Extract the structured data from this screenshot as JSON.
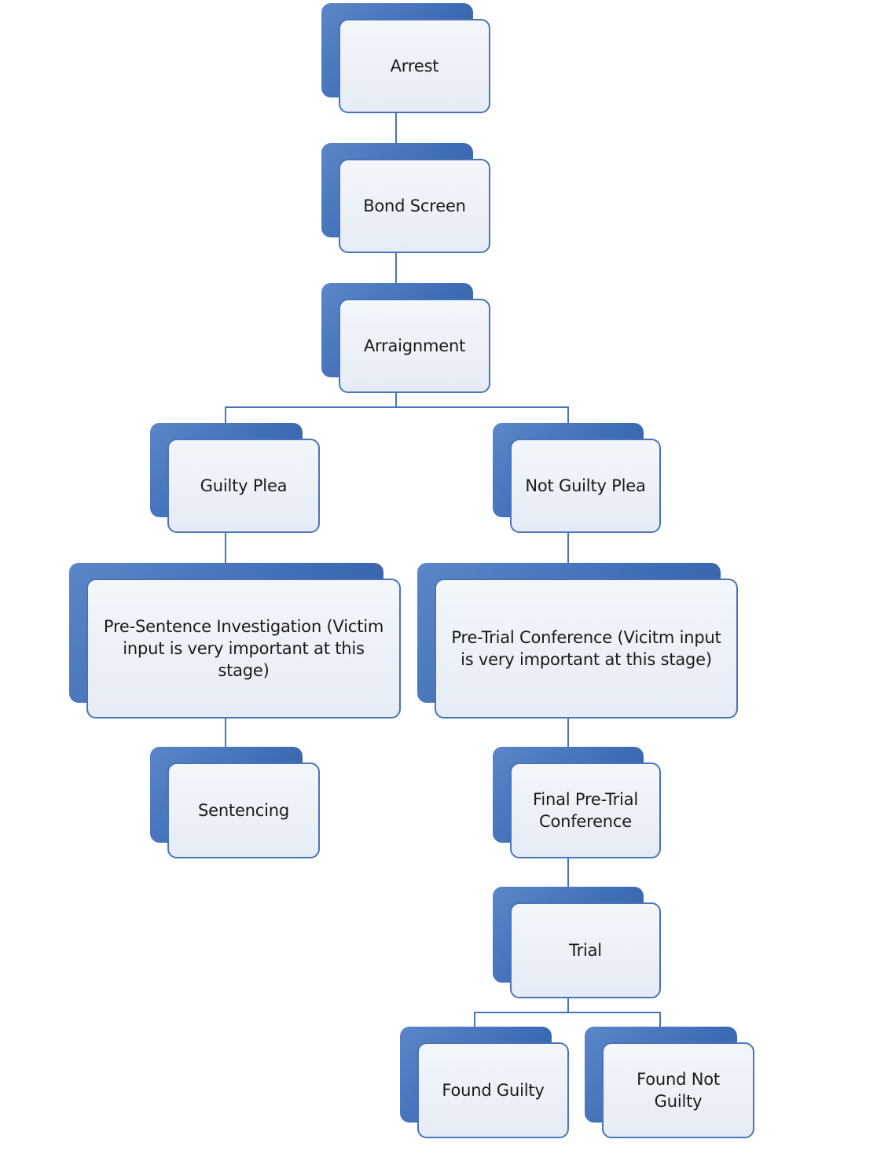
{
  "diagram": {
    "nodes": {
      "arrest": "Arrest",
      "bond_screen": "Bond Screen",
      "arraignment": "Arraignment",
      "guilty_plea": "Guilty Plea",
      "not_guilty_plea": "Not Guilty Plea",
      "pre_sentence": "Pre-Sentence Investigation (Victim input is very important at this stage)",
      "pre_trial": "Pre-Trial Conference (Vicitm input is very important at this stage)",
      "sentencing": "Sentencing",
      "final_pre_trial": "Final Pre-Trial Conference",
      "trial": "Trial",
      "found_guilty": "Found Guilty",
      "found_not_guilty": "Found Not Guilty"
    },
    "colors": {
      "box_dark": "#3f6db5",
      "box_border": "#4a74b8",
      "box_fill": "#e9eef6",
      "connector": "#4a74b8"
    }
  }
}
